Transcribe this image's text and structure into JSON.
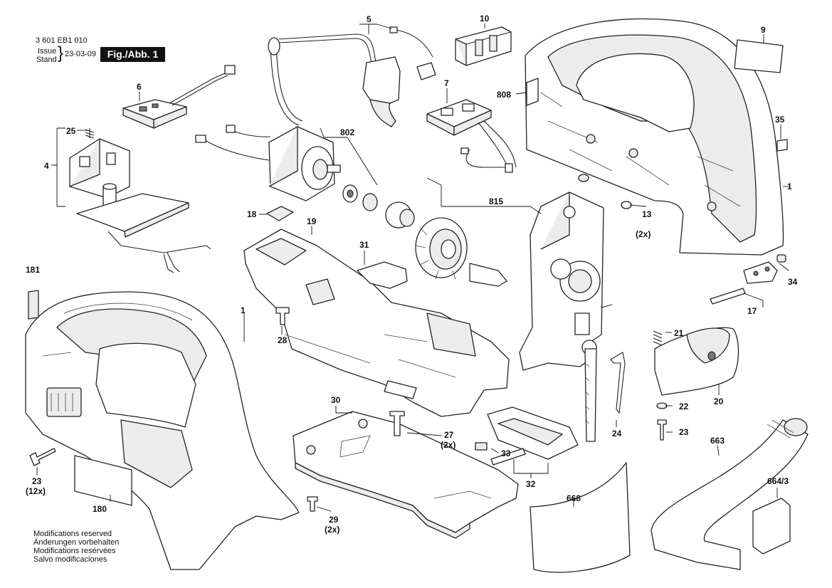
{
  "header": {
    "doc_number": "3 601 EB1 010",
    "issue_label": "Issue",
    "stand_label": "Stand",
    "date": "23-03-09",
    "figure_label": "Fig./Abb. 1"
  },
  "footer": {
    "lines": [
      "Modifications reserved",
      "Änderungen vorbehalten",
      "Modifications resérvées",
      "Salvo modificaciones"
    ]
  },
  "labels": {
    "l5": "5",
    "l10": "10",
    "l9": "9",
    "l6": "6",
    "l7": "7",
    "l808": "808",
    "l35": "35",
    "l25": "25",
    "l4": "4",
    "l802": "802",
    "l1_right": "1",
    "l18": "18",
    "l19": "19",
    "l815": "815",
    "l13": "13",
    "l13_qty": "(2x)",
    "l31": "31",
    "l181": "181",
    "l34": "34",
    "l1_left": "1",
    "l17": "17",
    "l28": "28",
    "l21": "21",
    "l30": "30",
    "l20": "20",
    "l22": "22",
    "l27": "27",
    "l27_qty": "(2x)",
    "l24": "24",
    "l23_right": "23",
    "l663": "663",
    "l33": "33",
    "l23_left": "23",
    "l23_qty": "(12x)",
    "l32": "32",
    "l668": "668",
    "l664": "664/3",
    "l180": "180",
    "l29": "29",
    "l29_qty": "(2x)"
  }
}
